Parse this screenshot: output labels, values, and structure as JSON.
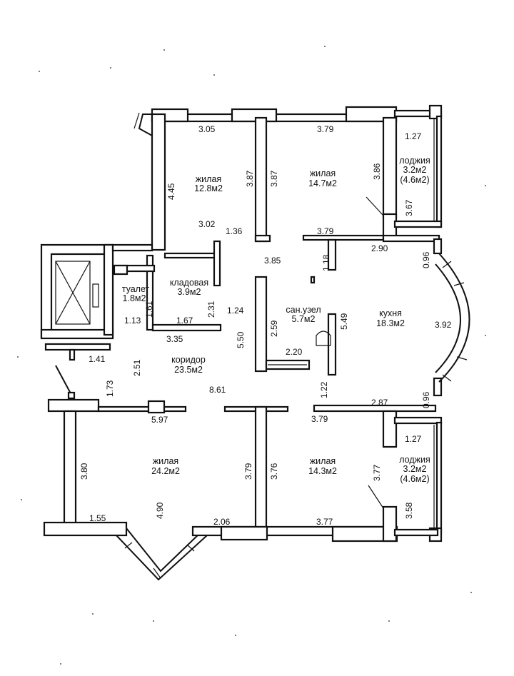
{
  "rooms": {
    "bedroom1": {
      "name": "жилая",
      "area": "12.8м2"
    },
    "bedroom2": {
      "name": "жилая",
      "area": "14.7м2"
    },
    "loggia1": {
      "name": "лоджия",
      "area": "3.2м2",
      "area_alt": "(4.6м2)"
    },
    "toilet": {
      "name": "туалет",
      "area": "1.8м2"
    },
    "storage": {
      "name": "кладовая",
      "area": "3.9м2"
    },
    "bathroom": {
      "name": "сан.узел",
      "area": "5.7м2"
    },
    "kitchen": {
      "name": "кухня",
      "area": "18.3м2"
    },
    "corridor": {
      "name": "коридор",
      "area": "23.5м2"
    },
    "living": {
      "name": "жилая",
      "area": "24.2м2"
    },
    "bedroom3": {
      "name": "жилая",
      "area": "14.3м2"
    },
    "loggia2": {
      "name": "лоджия",
      "area": "3.2м2",
      "area_alt": "(4.6м2)"
    }
  },
  "dimensions": {
    "d305": "3.05",
    "d379a": "3.79",
    "d127a": "1.27",
    "d445": "4.45",
    "d387a": "3.87",
    "d387b": "3.87",
    "d386": "3.86",
    "d367": "3.67",
    "d302": "3.02",
    "d136": "1.36",
    "d379b": "3.79",
    "d290": "2.90",
    "d096a": "0.96",
    "d385": "3.85",
    "d118": "1.18",
    "d161": "1.61",
    "d113": "1.13",
    "d167": "1.67",
    "d231": "2.31",
    "d124": "1.24",
    "d259": "2.59",
    "d549": "5.49",
    "d392": "3.92",
    "d335": "3.35",
    "d550": "5.50",
    "d220": "2.20",
    "d141": "1.41",
    "d251": "2.51",
    "d173": "1.73",
    "d861": "8.61",
    "d122": "1.22",
    "d287": "2.87",
    "d096b": "0.96",
    "d597": "5.97",
    "d379c": "3.79",
    "d127b": "1.27",
    "d380": "3.80",
    "d379d": "3.79",
    "d376": "3.76",
    "d377a": "3.77",
    "d358": "3.58",
    "d155": "1.55",
    "d490": "4.90",
    "d206": "2.06",
    "d377b": "3.77"
  }
}
